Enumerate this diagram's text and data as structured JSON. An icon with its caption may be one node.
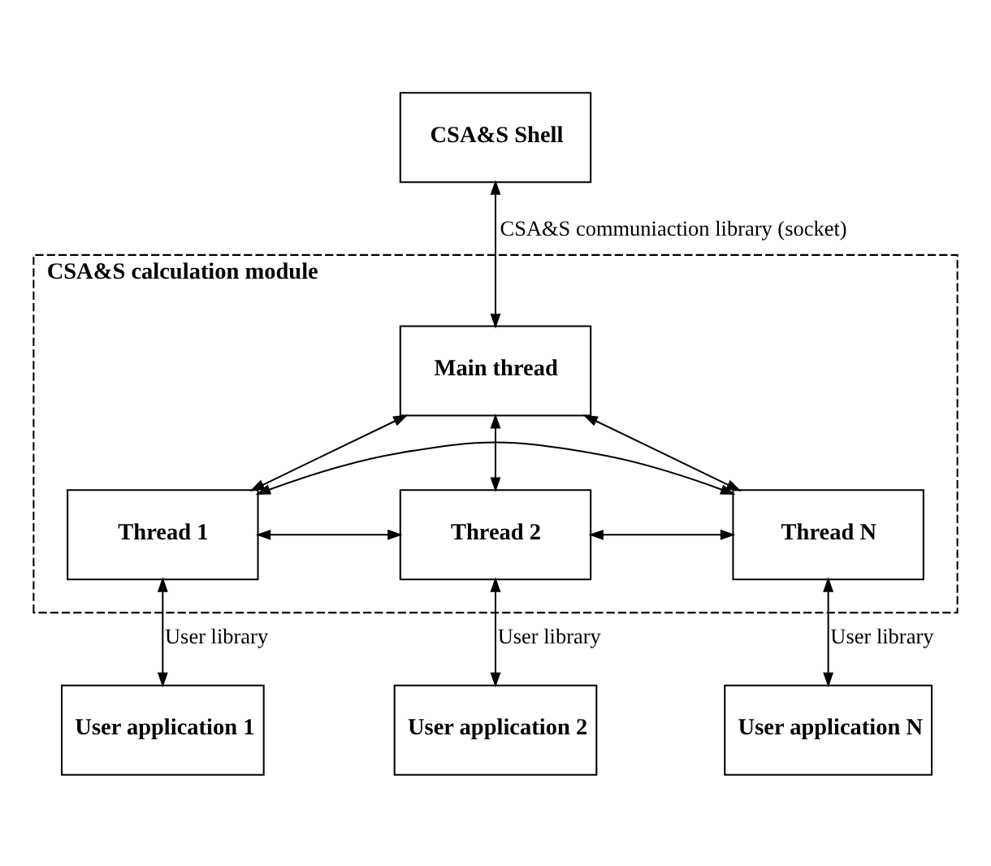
{
  "diagram": {
    "nodes": [
      {
        "text": [
          "CSA&S Shell"
        ]
      },
      {
        "text": [
          "CSA&S calculation module"
        ]
      },
      {
        "text": [
          "Main thread"
        ],
        "in": 1
      },
      {
        "text": [
          "Thread 1"
        ],
        "in": 1
      },
      {
        "text": [
          "Thread 2"
        ],
        "in": 1
      },
      {
        "text": [
          "Thread N"
        ],
        "in": 1
      },
      {
        "text": [
          "User application 1"
        ]
      },
      {
        "text": [
          "User application 2"
        ]
      },
      {
        "text": [
          "User application N"
        ]
      }
    ],
    "edges": [
      {
        "from": 0,
        "to": 2,
        "arrow": "both",
        "label": "CSA&S communiaction library (socket)"
      },
      {
        "from": 2,
        "to": 3,
        "arrow": "both"
      },
      {
        "from": 2,
        "to": 4,
        "arrow": "both"
      },
      {
        "from": 2,
        "to": 5,
        "arrow": "both"
      },
      {
        "from": 3,
        "to": 4,
        "arrow": "both"
      },
      {
        "from": 4,
        "to": 5,
        "arrow": "both"
      },
      {
        "from": 3,
        "to": 5,
        "arrow": "both"
      },
      {
        "from": 3,
        "to": 6,
        "arrow": "both",
        "label": "User library"
      },
      {
        "from": 4,
        "to": 7,
        "arrow": "both",
        "label": "User library"
      },
      {
        "from": 5,
        "to": 8,
        "arrow": "both",
        "label": "User library"
      }
    ]
  }
}
